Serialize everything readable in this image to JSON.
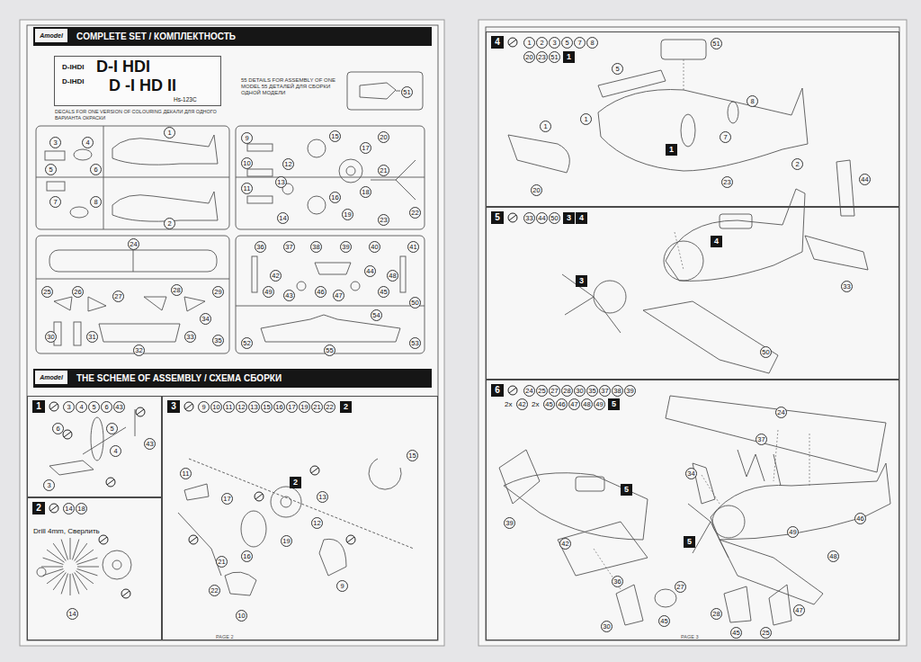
{
  "diagram": {
    "nodes": [
      {
        "text": [
          "Amodel",
          "COMPLETE SET / КОМПЛЕКТНОСТЬ"
        ]
      },
      {
        "text": [
          "D-IHDI",
          "D-I HDI",
          "D-IHDI",
          "D -I HD II",
          "Hs-123C",
          "DECALS FOR ONE VERSION OF COLOURING ДЕКАЛИ ДЛЯ ОДНОГО ВАРИАНТА ОКРАСКИ"
        ]
      },
      {
        "text": [
          "Amodel",
          "THE SCHEME OF ASSEMBLY / СХЕМА СБОРКИ"
        ]
      },
      {
        "text": [
          "1"
        ]
      },
      {
        "text": [
          "2"
        ]
      },
      {
        "text": [
          "3"
        ]
      },
      {
        "text": [
          "4"
        ]
      },
      {
        "text": [
          "5"
        ]
      },
      {
        "text": [
          "6"
        ]
      }
    ],
    "labels": [
      "55 DETAILS FOR ASSEMBLY OF ONE MODEL 55 ДЕТАЛЕЙ ДЛЯ СБОРКИ ОДНОЙ МОДЕЛИ",
      "51",
      "3",
      "4",
      "5",
      "6",
      "7",
      "8",
      "1",
      "2",
      "9",
      "10",
      "11",
      "12",
      "13",
      "14",
      "15",
      "16",
      "17",
      "18",
      "19",
      "20",
      "21",
      "22",
      "23",
      "24",
      "25",
      "26",
      "27",
      "28",
      "29",
      "30",
      "31",
      "32",
      "33",
      "34",
      "35",
      "36",
      "37",
      "38",
      "39",
      "40",
      "41",
      "42",
      "43",
      "44",
      "45",
      "46",
      "47",
      "48",
      "49",
      "50",
      "52",
      "53",
      "54",
      "55",
      "3",
      "4",
      "5",
      "6",
      "43",
      "6",
      "5",
      "4",
      "43",
      "3",
      "14",
      "18",
      "Drill 4mm, Сверлить",
      "14",
      "9",
      "10",
      "11",
      "12",
      "13",
      "15",
      "16",
      "17",
      "19",
      "21",
      "22",
      "2",
      "11",
      "17",
      "2",
      "21",
      "16",
      "12",
      "13",
      "15",
      "19",
      "10",
      "9",
      "22",
      "1",
      "2",
      "3",
      "5",
      "7",
      "8",
      "20",
      "23",
      "51",
      "1",
      "51",
      "5",
      "1",
      "8",
      "7",
      "1",
      "2",
      "1",
      "20",
      "23",
      "33",
      "44",
      "50",
      "3",
      "4",
      "4",
      "44",
      "3",
      "33",
      "50",
      "24",
      "25",
      "27",
      "28",
      "30",
      "35",
      "37",
      "38",
      "39",
      "2x",
      "42",
      "2x",
      "45",
      "46",
      "47",
      "48",
      "49",
      "5",
      "24",
      "39",
      "5",
      "42",
      "36",
      "30",
      "45",
      "27",
      "34",
      "37",
      "49",
      "48",
      "46",
      "5",
      "28",
      "45",
      "25",
      "47",
      "PAGE 2",
      "PAGE 3"
    ]
  }
}
